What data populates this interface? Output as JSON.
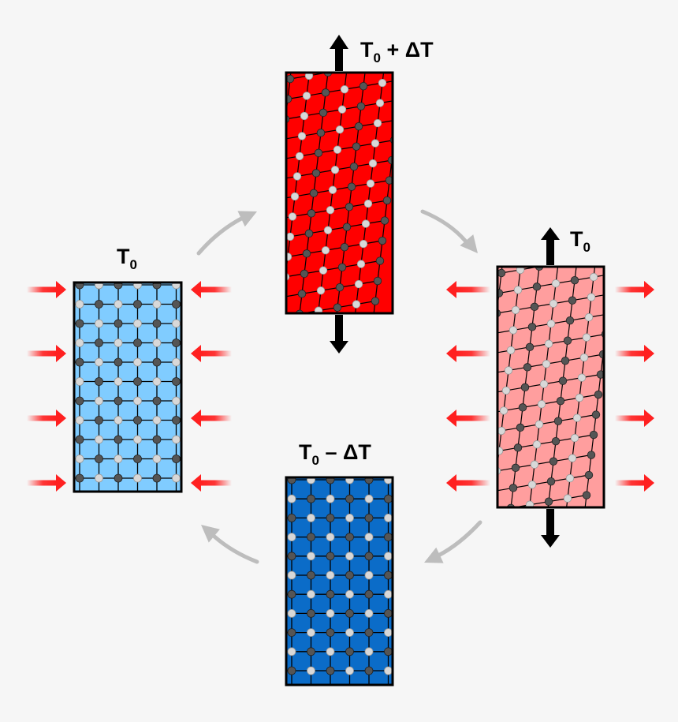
{
  "labels": {
    "left": {
      "main": "T",
      "sub": "0",
      "suffix": ""
    },
    "top": {
      "main": "T",
      "sub": "0",
      "suffix": " + ΔT"
    },
    "right": {
      "main": "T",
      "sub": "0",
      "suffix": ""
    },
    "bottom": {
      "main": "T",
      "sub": "0",
      "suffix": " – ΔT"
    }
  },
  "colors": {
    "background": "#f6f6f6",
    "left_panel": "#80ccff",
    "top_panel": "#ff0000",
    "right_panel": "#ff9e9e",
    "bottom_panel": "#0b6cc8",
    "panel_border": "#000000",
    "atom_dark": "#555555",
    "atom_light": "#d8d8d8",
    "heat_arrow": "#ff2020",
    "cycle_arrow": "#bdbdbd",
    "strain_arrow": "#000000"
  },
  "panels": [
    {
      "id": "left",
      "state": "compressed",
      "lattice": "square",
      "heat_flow": "inward"
    },
    {
      "id": "top",
      "state": "stretched",
      "lattice": "sheared",
      "heat_flow": "none"
    },
    {
      "id": "right",
      "state": "stretched",
      "lattice": "sheared",
      "heat_flow": "outward"
    },
    {
      "id": "bottom",
      "state": "relaxed",
      "lattice": "square",
      "heat_flow": "none"
    }
  ],
  "cycle_direction": "clockwise"
}
